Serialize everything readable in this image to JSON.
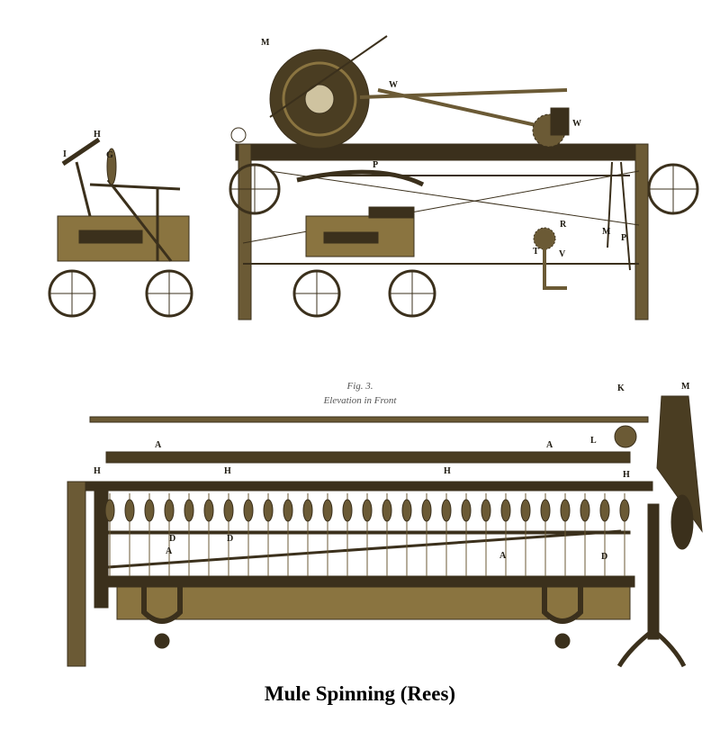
{
  "caption": "Mule Spinning (Rees)",
  "figure": {
    "number": "Fig. 3.",
    "title": "Elevation in Front"
  },
  "colors": {
    "ink": "#3b301c",
    "wood": "#6b5a35",
    "brass": "#8a7440",
    "paper": "#ffffff"
  },
  "labels_top": [
    "M",
    "W",
    "W",
    "H",
    "I",
    "G",
    "P",
    "R",
    "T",
    "V",
    "M",
    "P"
  ],
  "labels_bottom": [
    "K",
    "M",
    "A",
    "A",
    "L",
    "H",
    "H",
    "H",
    "H",
    "D",
    "D",
    "A",
    "A",
    "D"
  ]
}
